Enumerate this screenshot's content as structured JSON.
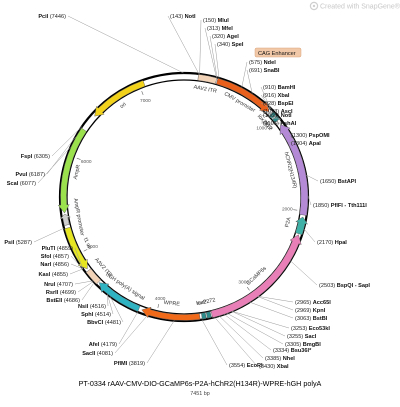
{
  "watermark": "Created with SnapGene®",
  "title": "PT-0334 rAAV-CMV-DIO-GCaMP6s-P2A-hChR2(H134R)-WPRE-hGH polyA",
  "length": "7451 bp",
  "badge": "CAG Enhancer",
  "total_bp": 7451,
  "ticks": [
    "1000",
    "2000",
    "3000",
    "4000",
    "5000",
    "6000",
    "7000"
  ],
  "features": [
    {
      "name": "AAV2 ITR",
      "color": "#f3d3b8"
    },
    {
      "name": "CMV promoter",
      "color": "#e8601c"
    },
    {
      "name": "lox2272",
      "color": "#2e8b8b"
    },
    {
      "name": "loxP",
      "color": "#2e8b8b"
    },
    {
      "name": "hChR2(H134R)",
      "color": "#b48ad6"
    },
    {
      "name": "P2A",
      "color": "#3fb1a6"
    },
    {
      "name": "GCaMP6s",
      "color": "#e87fb6"
    },
    {
      "name": "lox2272",
      "color": "#2e8b8b"
    },
    {
      "name": "loxP",
      "color": "#2e8b8b"
    },
    {
      "name": "WPRE",
      "color": "#f06a1a"
    },
    {
      "name": "hGH poly(A) signal",
      "color": "#2fb3c2"
    },
    {
      "name": "AAV2 ITR",
      "color": "#f3d3b8"
    },
    {
      "name": "f1 ori",
      "color": "#e6e622"
    },
    {
      "name": "AmpR promoter",
      "color": "#cfcfcf"
    },
    {
      "name": "AmpR",
      "color": "#9be04d"
    },
    {
      "name": "ori",
      "color": "#f2d21b"
    }
  ],
  "sites": [
    {
      "name": "PciI",
      "pos": "(7446)"
    },
    {
      "name": "NotI",
      "pos": "(143)"
    },
    {
      "name": "MluI",
      "pos": "(150)"
    },
    {
      "name": "MfeI",
      "pos": "(313)"
    },
    {
      "name": "AgeI",
      "pos": "(320)"
    },
    {
      "name": "SpeI",
      "pos": "(340)"
    },
    {
      "name": "NdeI",
      "pos": "(575)"
    },
    {
      "name": "SnaBI",
      "pos": "(691)"
    },
    {
      "name": "BamHI",
      "pos": "(910)"
    },
    {
      "name": "XbaI",
      "pos": "(916)"
    },
    {
      "name": "BspEI",
      "pos": "(928)"
    },
    {
      "name": "AscI",
      "pos": "(1053)"
    },
    {
      "name": "NotI",
      "pos": "(1065)"
    },
    {
      "name": "PshAI",
      "pos": "(1106)"
    },
    {
      "name": "PspOMI",
      "pos": "(1300)"
    },
    {
      "name": "ApaI",
      "pos": "(1304)"
    },
    {
      "name": "BstAPI",
      "pos": "(1650)"
    },
    {
      "name": "PflFI - Tth111I",
      "pos": "(1850)"
    },
    {
      "name": "HpaI",
      "pos": "(2170)"
    },
    {
      "name": "BspQI - SapI",
      "pos": "(2503)"
    },
    {
      "name": "Acc65I",
      "pos": "(2965)"
    },
    {
      "name": "KpnI",
      "pos": "(2969)"
    },
    {
      "name": "BstBI",
      "pos": "(3063)"
    },
    {
      "name": "Eco53kI",
      "pos": "(3253)"
    },
    {
      "name": "SacI",
      "pos": "(3255)"
    },
    {
      "name": "BmgBI",
      "pos": "(3305)"
    },
    {
      "name": "Bsu36I*",
      "pos": "(3334)"
    },
    {
      "name": "NheI",
      "pos": "(3385)"
    },
    {
      "name": "XbaI",
      "pos": "(3430)"
    },
    {
      "name": "EcoRI",
      "pos": "(3554)"
    },
    {
      "name": "PflMI",
      "pos": "(3819)"
    },
    {
      "name": "SacII",
      "pos": "(4081)"
    },
    {
      "name": "AfeI",
      "pos": "(4179)"
    },
    {
      "name": "BbvCI",
      "pos": "(4481)"
    },
    {
      "name": "SphI",
      "pos": "(4514)"
    },
    {
      "name": "NsiI",
      "pos": "(4516)"
    },
    {
      "name": "BstEII",
      "pos": "(4686)"
    },
    {
      "name": "RsrII",
      "pos": "(4699)"
    },
    {
      "name": "NruI",
      "pos": "(4707)"
    },
    {
      "name": "KasI",
      "pos": "(4855)"
    },
    {
      "name": "NarI",
      "pos": "(4856)"
    },
    {
      "name": "SfoI",
      "pos": "(4857)"
    },
    {
      "name": "PluTI",
      "pos": "(4859)"
    },
    {
      "name": "PsiI",
      "pos": "(5287)"
    },
    {
      "name": "ScaI",
      "pos": "(6077)"
    },
    {
      "name": "PvuI",
      "pos": "(6187)"
    },
    {
      "name": "FspI",
      "pos": "(6305)"
    }
  ]
}
